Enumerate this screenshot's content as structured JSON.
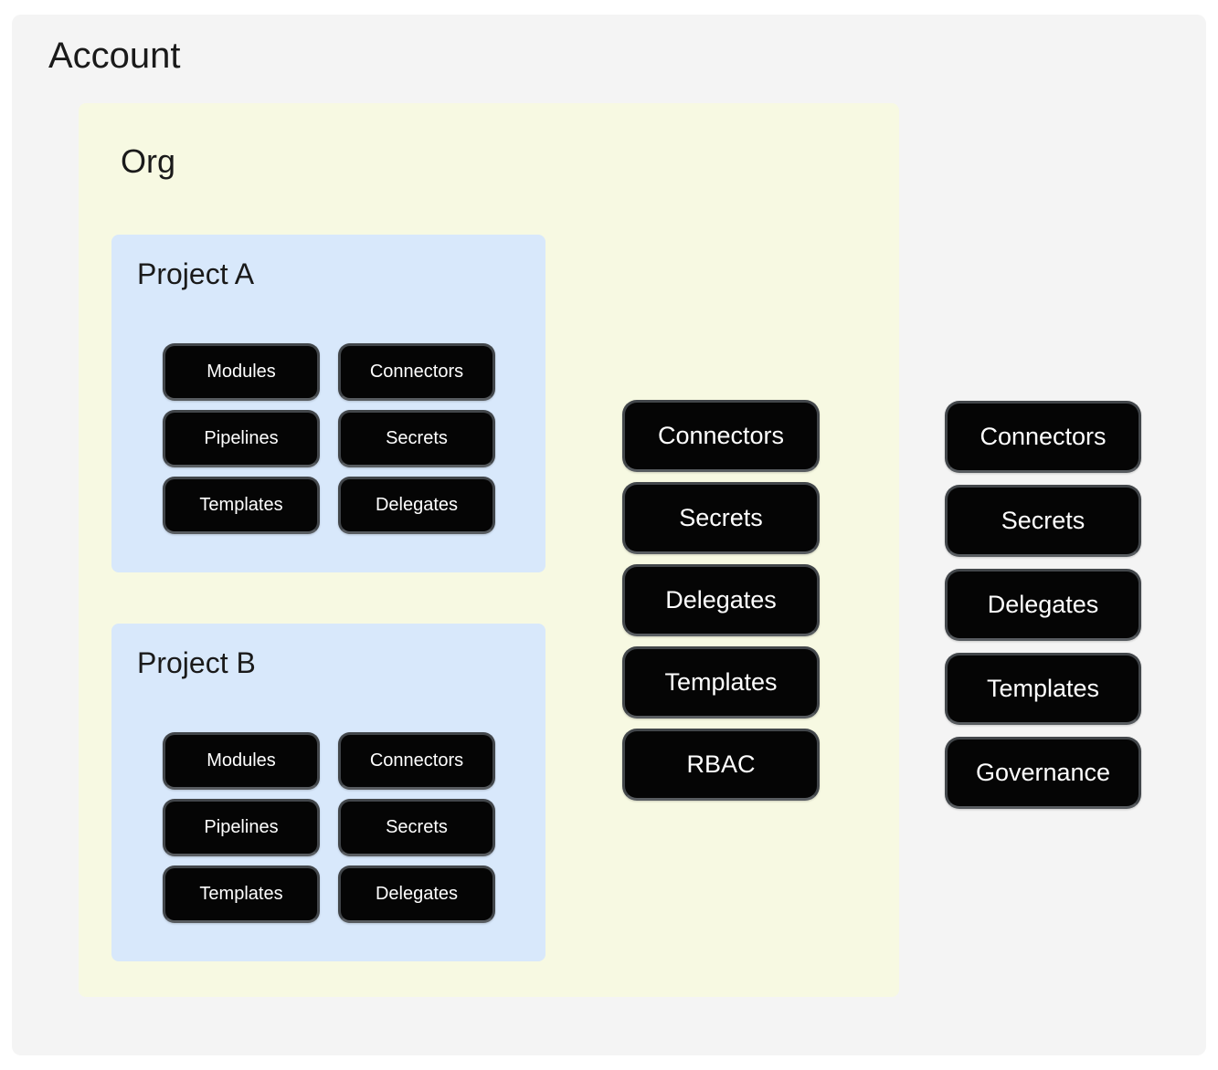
{
  "colors": {
    "page_bg": "#ffffff",
    "account_bg": "#f4f4f4",
    "org_bg": "#f7f9e2",
    "project_bg": "#d8e8fb",
    "node_bg": "#050505",
    "node_border": "#42464a",
    "node_border_bottom": "#585c60",
    "node_text": "#ffffff",
    "heading_text": "#1a1a1a"
  },
  "account": {
    "title": "Account",
    "resources": [
      "Connectors",
      "Secrets",
      "Delegates",
      "Templates",
      "Governance"
    ]
  },
  "org": {
    "title": "Org",
    "resources": [
      "Connectors",
      "Secrets",
      "Delegates",
      "Templates",
      "RBAC"
    ]
  },
  "projects": [
    {
      "title": "Project A",
      "resources": [
        "Modules",
        "Connectors",
        "Pipelines",
        "Secrets",
        "Templates",
        "Delegates"
      ]
    },
    {
      "title": "Project B",
      "resources": [
        "Modules",
        "Connectors",
        "Pipelines",
        "Secrets",
        "Templates",
        "Delegates"
      ]
    }
  ]
}
